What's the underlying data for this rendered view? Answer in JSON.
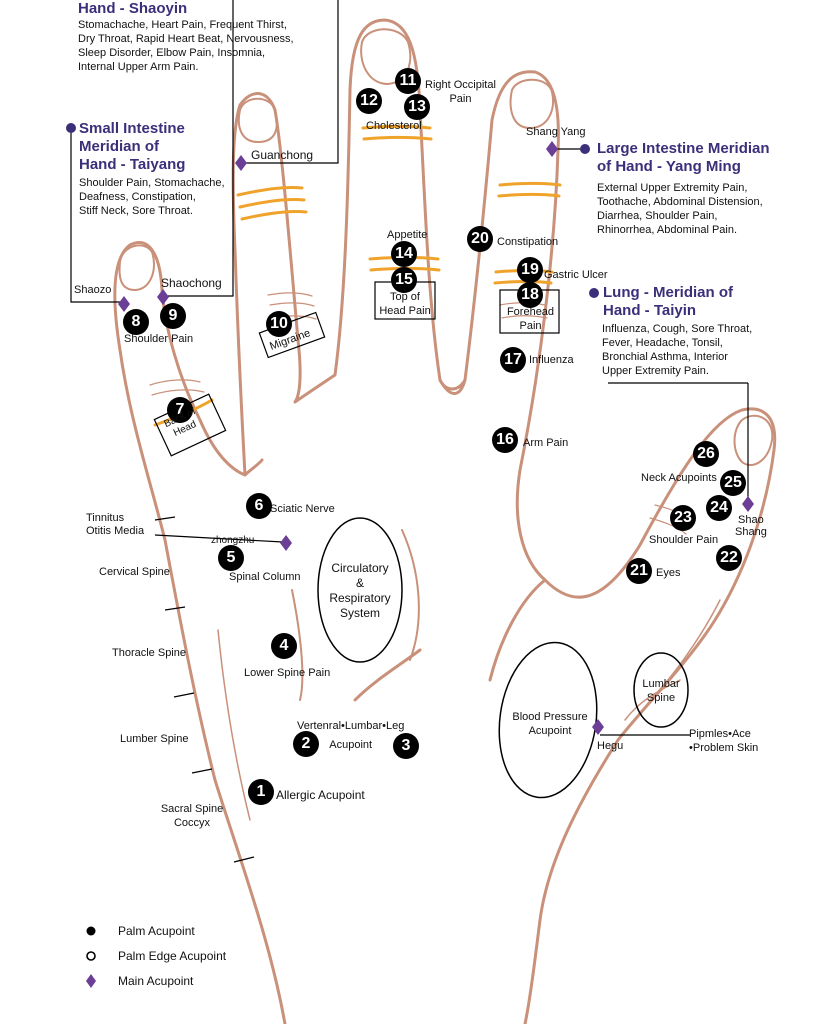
{
  "meridians": {
    "heart": {
      "title": "Hand - Shaoyin",
      "description": "Stomachache, Heart Pain, Frequent Thirst,\nDry Throat, Rapid Heart Beat, Nervousness,\nSleep Disorder, Elbow Pain, Insomnia,\nInternal Upper Arm Pain."
    },
    "small_intestine": {
      "title": "Small Intestine\nMeridian of\nHand - Taiyang",
      "description": "Shoulder Pain, Stomachache,\nDeafness, Constipation,\nStiff Neck, Sore Throat."
    },
    "large_intestine": {
      "title": "Large Intestine Meridian\nof Hand - Yang Ming",
      "description": "External Upper Extremity Pain,\nToothache, Abdominal Distension,\nDiarrhea, Shoulder Pain,\nRhinorrhea, Abdominal Pain."
    },
    "lung": {
      "title": "Lung - Meridian of\nHand - Taiyin",
      "description": "Influenza, Cough, Sore Throat,\nFever, Headache, Tonsil,\nBronchial Asthma, Interior\nUpper Extremity Pain."
    }
  },
  "main_points": {
    "guanchong": "Guanchong",
    "shang_yang": "Shang Yang",
    "shaozo": "Shaozo",
    "shaochong": "Shaochong",
    "zhongzhu": "zhongzhu",
    "hegu": "Hegu",
    "shao_shang": "Shao\nShang"
  },
  "acupoints": [
    {
      "n": "1",
      "label": "Allergic Acupoint"
    },
    {
      "n": "2",
      "label": ""
    },
    {
      "n": "3",
      "label": ""
    },
    {
      "n": "4",
      "label": "Lower Spine Pain"
    },
    {
      "n": "5",
      "label": "Spinal Column"
    },
    {
      "n": "6",
      "label": "Sciatic Nerve"
    },
    {
      "n": "7",
      "label": "Back of\nHead"
    },
    {
      "n": "8",
      "label": "Shoulder Pain"
    },
    {
      "n": "9",
      "label": ""
    },
    {
      "n": "10",
      "label": "Migraine"
    },
    {
      "n": "11",
      "label": "Right Occipital\nPain"
    },
    {
      "n": "12",
      "label": ""
    },
    {
      "n": "13",
      "label": "Cholesterol"
    },
    {
      "n": "14",
      "label": "Appetite"
    },
    {
      "n": "15",
      "label": "Top of\nHead Pain"
    },
    {
      "n": "16",
      "label": "Arm Pain"
    },
    {
      "n": "17",
      "label": "Influenza"
    },
    {
      "n": "18",
      "label": "Forehead\nPain"
    },
    {
      "n": "19",
      "label": "Gastric Ulcer"
    },
    {
      "n": "20",
      "label": "Constipation"
    },
    {
      "n": "21",
      "label": "Eyes"
    },
    {
      "n": "22",
      "label": ""
    },
    {
      "n": "23",
      "label": "Shoulder Pain"
    },
    {
      "n": "24",
      "label": ""
    },
    {
      "n": "25",
      "label": ""
    },
    {
      "n": "26",
      "label": "Neck Acupoints"
    }
  ],
  "vertebral_label": "Vertenral•Lumbar•Leg\nAcupoint",
  "regions": {
    "circulatory": "Circulatory\n&\nRespiratory\nSystem",
    "blood_pressure": "Blood Pressure\nAcupoint",
    "lumbar_spine": "Lumbar\nSpine",
    "pimples": "Pipmles•Ace\n•Problem Skin"
  },
  "spine_labels": {
    "tinnitus": "Tinnitus\nOtitis Media",
    "cervical": "Cervical Spine",
    "thoracic": "Thoracle Spine",
    "lumber": "Lumber Spine",
    "sacral": "Sacral Spine\nCoccyx"
  },
  "legend": [
    {
      "icon": "filled-dot",
      "label": "Palm Acupoint"
    },
    {
      "icon": "hollow-dot",
      "label": "Palm Edge Acupoint"
    },
    {
      "icon": "diamond",
      "label": "Main Acupoint"
    }
  ],
  "colors": {
    "outline": "#c9907a",
    "crease": "#f0a32a",
    "title": "#3b2f7a",
    "diamond": "#6b3f96",
    "point": "#000000"
  }
}
